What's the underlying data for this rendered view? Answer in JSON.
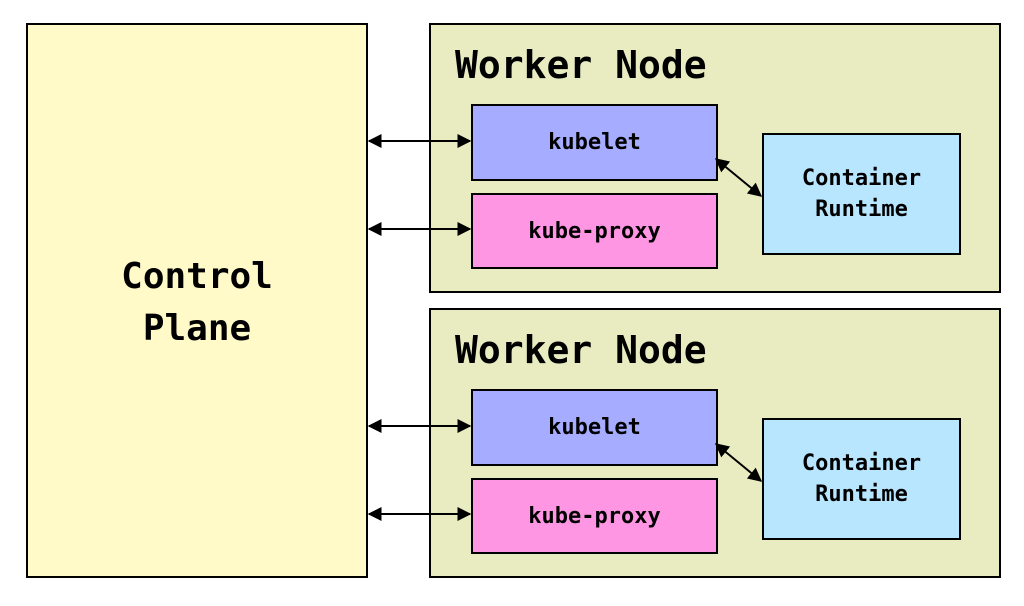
{
  "colors": {
    "control_plane_fill": "#fffac8",
    "worker_node_fill": "#e9ecc0",
    "kubelet_fill": "#a6acff",
    "kube_proxy_fill": "#ff96e4",
    "container_runtime_fill": "#b8e6ff",
    "border": "#000000"
  },
  "control_plane": {
    "label_line1": "Control",
    "label_line2": "Plane"
  },
  "worker_nodes": [
    {
      "title": "Worker Node",
      "kubelet": "kubelet",
      "kube_proxy": "kube-proxy",
      "runtime_line1": "Container",
      "runtime_line2": "Runtime"
    },
    {
      "title": "Worker Node",
      "kubelet": "kubelet",
      "kube_proxy": "kube-proxy",
      "runtime_line1": "Container",
      "runtime_line2": "Runtime"
    }
  ]
}
